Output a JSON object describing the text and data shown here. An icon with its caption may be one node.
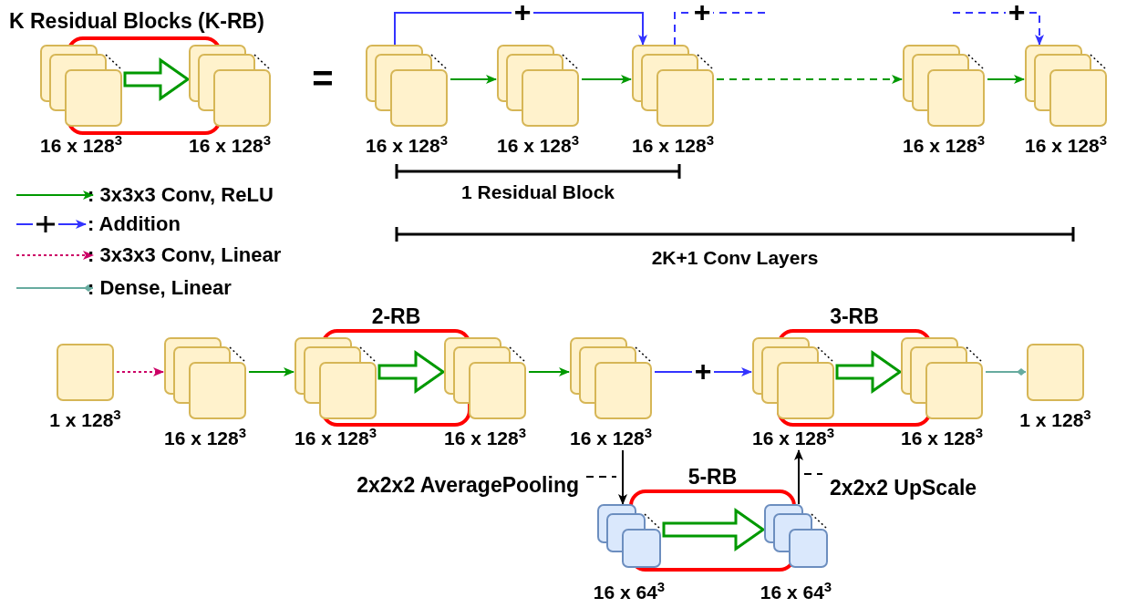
{
  "diagram": {
    "nodes": [
      {
        "text": [
          "K Residual Blocks (K-RB)"
        ]
      },
      {
        "text": [],
        "shape": "box",
        "beside": [
          "16 x 128$^{3}$"
        ]
      },
      {
        "text": [],
        "shape": "box",
        "beside": [
          "16 x 128$^{3}$"
        ]
      },
      {
        "text": [],
        "shape": "box",
        "beside": [
          "16 x 128$^{3}$"
        ]
      },
      {
        "text": [],
        "shape": "box",
        "beside": [
          "16 x 128$^{3}$"
        ]
      },
      {
        "text": [],
        "shape": "box",
        "beside": [
          "16 x 128$^{3}$"
        ]
      },
      {
        "text": [],
        "shape": "box",
        "beside": [
          "16 x 128$^{3}$"
        ]
      },
      {
        "text": [],
        "shape": "box",
        "beside": [
          "16 x 128$^{3}$"
        ]
      },
      {
        "text": [],
        "shape": "box",
        "beside": [
          "1 x 128$^{3}$"
        ]
      },
      {
        "text": [],
        "shape": "box",
        "beside": [
          "16 x 128$^{3}$"
        ]
      },
      {
        "text": [
          "2-RB"
        ]
      },
      {
        "text": [],
        "shape": "box",
        "beside": [
          "16 x 128$^{3}$"
        ]
      },
      {
        "text": [],
        "shape": "box",
        "beside": [
          "16 x 128$^{3}$"
        ]
      },
      {
        "text": [],
        "shape": "box",
        "beside": [
          "16 x 128$^{3}$"
        ]
      },
      {
        "text": [
          "3-RB"
        ]
      },
      {
        "text": [],
        "shape": "box",
        "beside": [
          "16 x 128$^{3}$"
        ]
      },
      {
        "text": [],
        "shape": "box",
        "beside": [
          "16 x 128$^{3}$"
        ]
      },
      {
        "text": [],
        "shape": "box",
        "beside": [
          "1 x 128$^{3}$"
        ]
      },
      {
        "text": [
          "5-RB"
        ]
      },
      {
        "text": [],
        "shape": "box",
        "beside": [
          "16 x 64$^{3}$"
        ]
      },
      {
        "text": [],
        "shape": "box",
        "beside": [
          "16 x 64$^{3}$"
        ]
      }
    ],
    "edges": [
      {
        "from": 1,
        "to": 2,
        "arrow": "to",
        "style": "thick"
      },
      {
        "from": 3,
        "to": 4,
        "arrow": "to"
      },
      {
        "from": 4,
        "to": 5,
        "arrow": "to"
      },
      {
        "from": 5,
        "to": 6,
        "arrow": "to",
        "style": "dashed"
      },
      {
        "from": 6,
        "to": 7,
        "arrow": "to"
      },
      {
        "from": 3,
        "to": 5,
        "arrow": "to",
        "label": "+",
        "color": "#3333ff"
      },
      {
        "from": 5,
        "to": null,
        "arrow": "none",
        "label": "+",
        "color": "#3333ff",
        "style": "dashed"
      },
      {
        "from": null,
        "to": 7,
        "arrow": "to",
        "label": "+",
        "color": "#3333ff",
        "style": "dashed"
      },
      {
        "from": 8,
        "to": 9,
        "arrow": "to",
        "style": "dashed",
        "color": "#cc0066"
      },
      {
        "from": 9,
        "to": 11,
        "arrow": "to"
      },
      {
        "from": 11,
        "to": 12,
        "arrow": "to",
        "style": "thick"
      },
      {
        "from": 12,
        "to": 13,
        "arrow": "to"
      },
      {
        "from": 13,
        "to": 15,
        "arrow": "to",
        "label": "+",
        "color": "#3333ff"
      },
      {
        "from": 15,
        "to": 16,
        "arrow": "to",
        "style": "thick"
      },
      {
        "from": 16,
        "to": 17,
        "arrow": "other",
        "color": "#67ab9f"
      },
      {
        "from": 13,
        "to": 19,
        "arrow": "to",
        "label": "2x2x2 AveragePooling",
        "color": "#000000"
      },
      {
        "from": 20,
        "to": 15,
        "arrow": "to",
        "label": "2x2x2 UpScale",
        "color": "#000000"
      },
      {
        "from": 19,
        "to": 20,
        "arrow": "to",
        "style": "thick"
      }
    ],
    "labels": [
      "=",
      "1 Residual Block",
      "2K+1 Conv Layers"
    ],
    "legend": [
      {
        "text": ": 3x3x3 Conv, ReLU"
      },
      {
        "text": ": Addition"
      },
      {
        "text": ": 3x3x3 Conv, Linear"
      },
      {
        "text": ": Dense, Linear"
      }
    ]
  }
}
